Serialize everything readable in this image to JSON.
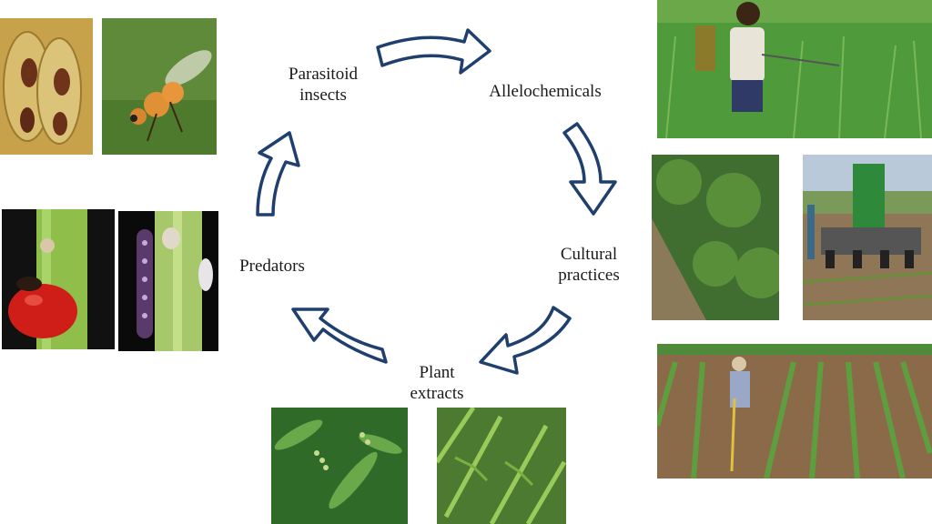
{
  "labels": {
    "parasitoid": "Parasitoid\ninsects",
    "allelochemicals": "Allelochemicals",
    "cultural": "Cultural\npractices",
    "plant_extracts": "Plant\nextracts",
    "predators": "Predators"
  },
  "arrow_color": "#1f3f6e"
}
